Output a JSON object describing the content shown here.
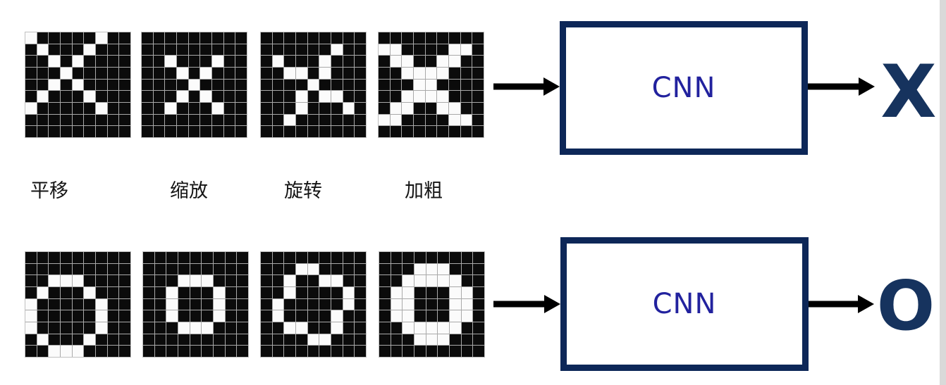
{
  "columns": [
    "平移",
    "缩放",
    "旋转",
    "加粗"
  ],
  "top_row": {
    "cnn": "CNN",
    "output": "X",
    "grids": [
      {
        "name": "x-translated",
        "pattern": [
          "100000100",
          "010001000",
          "001010000",
          "000100000",
          "001010000",
          "010001000",
          "100000100",
          "000000000",
          "000000000"
        ]
      },
      {
        "name": "x-scaled",
        "pattern": [
          "000000000",
          "000000000",
          "001000100",
          "000101000",
          "000010000",
          "000101000",
          "001000100",
          "000000000",
          "000000000"
        ]
      },
      {
        "name": "x-rotated",
        "pattern": [
          "000000000",
          "000000100",
          "010001000",
          "001101000",
          "000010000",
          "000101100",
          "000100010",
          "001000000",
          "000000000"
        ]
      },
      {
        "name": "x-bold",
        "pattern": [
          "000000000",
          "110000110",
          "011001100",
          "001111000",
          "000110000",
          "001111000",
          "011001100",
          "110000110",
          "000000000"
        ]
      }
    ]
  },
  "bottom_row": {
    "cnn": "CNN",
    "output": "O",
    "grids": [
      {
        "name": "o-translated",
        "pattern": [
          "000000000",
          "000000000",
          "001110000",
          "010001000",
          "100000100",
          "100000100",
          "100000100",
          "010001000",
          "001110000"
        ]
      },
      {
        "name": "o-scaled",
        "pattern": [
          "000000000",
          "000000000",
          "000111000",
          "001000100",
          "001000100",
          "001000100",
          "000111000",
          "000000000",
          "000000000"
        ]
      },
      {
        "name": "o-rotated",
        "pattern": [
          "000000000",
          "000110000",
          "001001100",
          "001000010",
          "010000010",
          "010000100",
          "001100100",
          "000011000",
          "000000000"
        ]
      },
      {
        "name": "o-bold",
        "pattern": [
          "000000000",
          "000111000",
          "001111100",
          "011000110",
          "011000110",
          "011000110",
          "001111100",
          "000111000",
          "000000000"
        ]
      }
    ]
  },
  "colors": {
    "box_border": "#0d2758",
    "cnn_text": "#22229e",
    "output_text": "#16335e",
    "arrow": "#000000",
    "cell_black": "#0b0b0b",
    "cell_white": "#fbfbfb",
    "grid_line": "#a9a9a9"
  }
}
